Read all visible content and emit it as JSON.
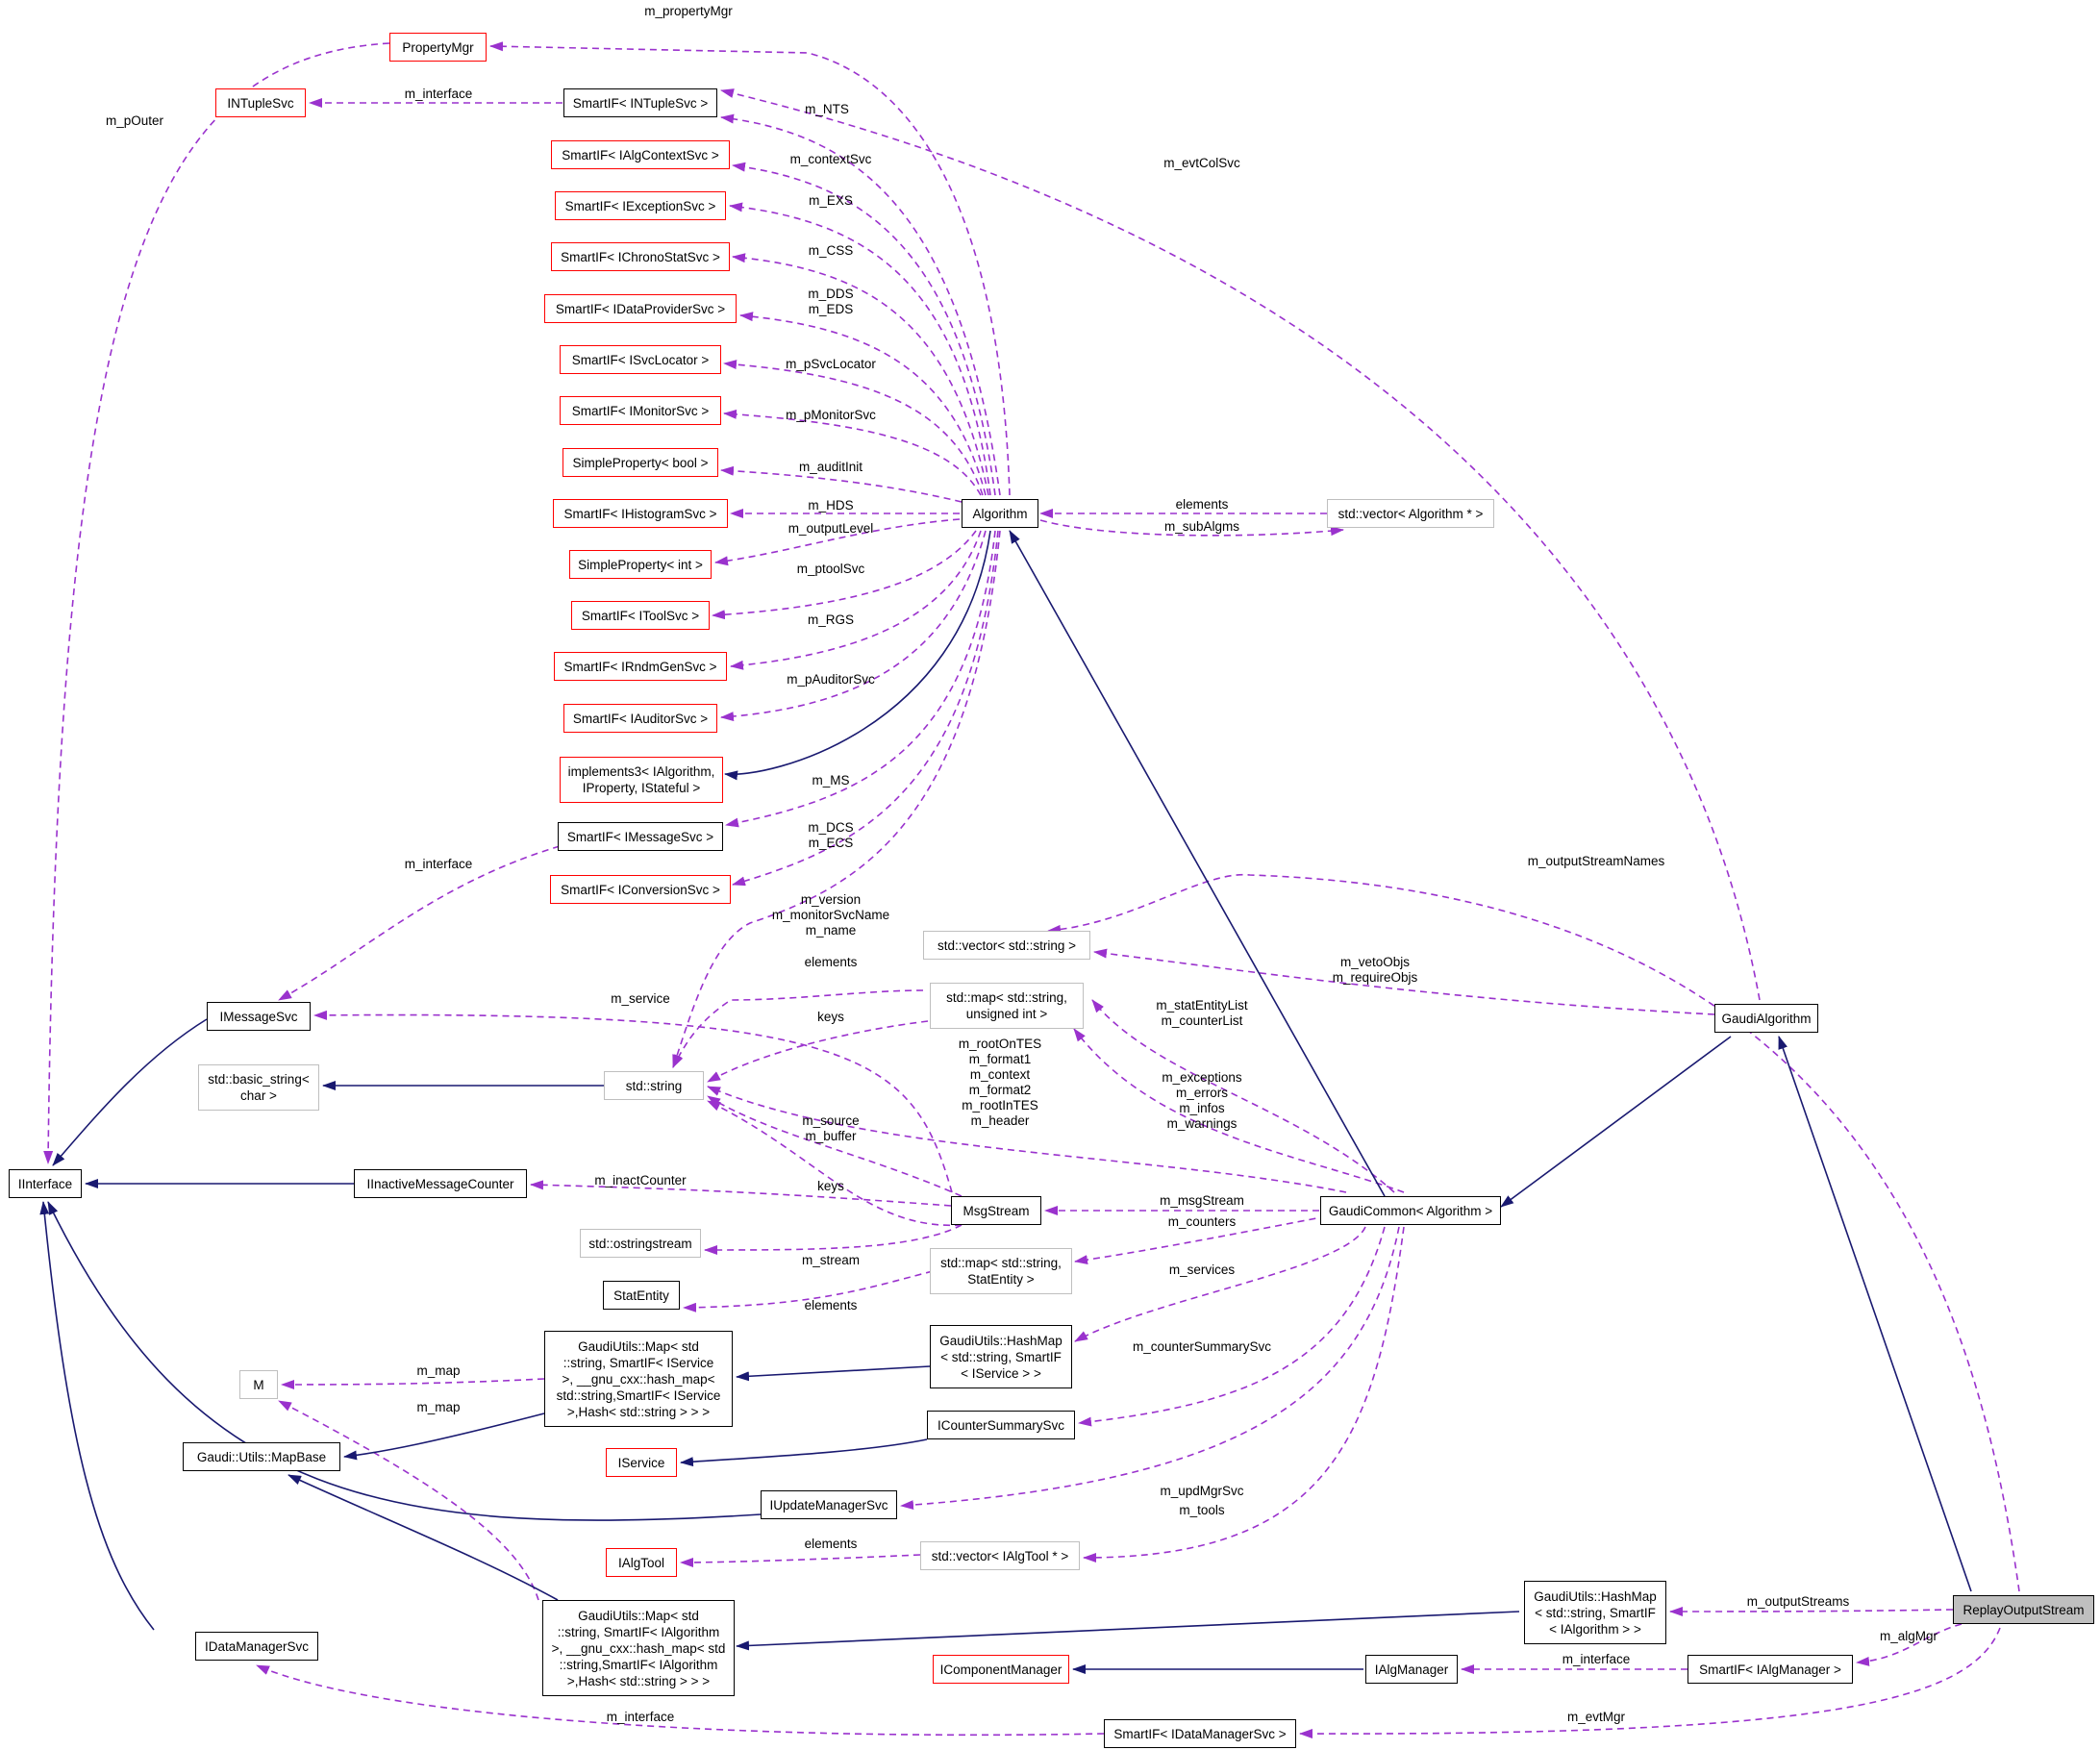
{
  "colors": {
    "inheritance_edge": "#191970",
    "member_edge": "#9a32cd",
    "node_border_documented": "#000000",
    "node_border_undocumented": "#ff0000",
    "node_border_external": "#bfbfbf",
    "focus_node_fill": "#bfbfbf"
  },
  "nodes": [
    {
      "id": "PropertyMgr",
      "label": "PropertyMgr",
      "kind": "red"
    },
    {
      "id": "INTupleSvc",
      "label": "INTupleSvc",
      "kind": "red"
    },
    {
      "id": "SI_NTuple",
      "label": "SmartIF< INTupleSvc >",
      "kind": "black"
    },
    {
      "id": "SI_AlgCtx",
      "label": "SmartIF< IAlgContextSvc >",
      "kind": "red"
    },
    {
      "id": "SI_Exc",
      "label": "SmartIF< IExceptionSvc >",
      "kind": "red"
    },
    {
      "id": "SI_Chrono",
      "label": "SmartIF< IChronoStatSvc >",
      "kind": "red"
    },
    {
      "id": "SI_DataProv",
      "label": "SmartIF< IDataProviderSvc >",
      "kind": "red"
    },
    {
      "id": "SI_SvcLoc",
      "label": "SmartIF< ISvcLocator >",
      "kind": "red"
    },
    {
      "id": "SI_Mon",
      "label": "SmartIF< IMonitorSvc >",
      "kind": "red"
    },
    {
      "id": "SP_bool",
      "label": "SimpleProperty< bool >",
      "kind": "red"
    },
    {
      "id": "SI_Hist",
      "label": "SmartIF< IHistogramSvc >",
      "kind": "red"
    },
    {
      "id": "SP_int",
      "label": "SimpleProperty< int >",
      "kind": "red"
    },
    {
      "id": "SI_Tool",
      "label": "SmartIF< IToolSvc >",
      "kind": "red"
    },
    {
      "id": "SI_Rndm",
      "label": "SmartIF< IRndmGenSvc >",
      "kind": "red"
    },
    {
      "id": "SI_Aud",
      "label": "SmartIF< IAuditorSvc >",
      "kind": "red"
    },
    {
      "id": "impl3",
      "label": "implements3< IAlgorithm,\nIProperty, IStateful >",
      "kind": "red"
    },
    {
      "id": "SI_Msg",
      "label": "SmartIF< IMessageSvc >",
      "kind": "black"
    },
    {
      "id": "SI_Conv",
      "label": "SmartIF< IConversionSvc >",
      "kind": "red"
    },
    {
      "id": "Algorithm",
      "label": "Algorithm",
      "kind": "black"
    },
    {
      "id": "vecAlg",
      "label": "std::vector< Algorithm * >",
      "kind": "gray"
    },
    {
      "id": "vecStr",
      "label": "std::vector< std::string >",
      "kind": "gray"
    },
    {
      "id": "mapStrUint",
      "label": "std::map< std::string,\nunsigned int >",
      "kind": "gray"
    },
    {
      "id": "IMessageSvc",
      "label": "IMessageSvc",
      "kind": "black"
    },
    {
      "id": "basicStr",
      "label": "std::basic_string<\nchar >",
      "kind": "gray"
    },
    {
      "id": "stdString",
      "label": "std::string",
      "kind": "gray"
    },
    {
      "id": "IInterface",
      "label": "IInterface",
      "kind": "black"
    },
    {
      "id": "IInactive",
      "label": "IInactiveMessageCounter",
      "kind": "black"
    },
    {
      "id": "MsgStream",
      "label": "MsgStream",
      "kind": "black"
    },
    {
      "id": "GaudiCommon",
      "label": "GaudiCommon< Algorithm >",
      "kind": "black"
    },
    {
      "id": "GaudiAlgorithm",
      "label": "GaudiAlgorithm",
      "kind": "black"
    },
    {
      "id": "ostream",
      "label": "std::ostringstream",
      "kind": "gray"
    },
    {
      "id": "StatEntity",
      "label": "StatEntity",
      "kind": "black"
    },
    {
      "id": "mapStat",
      "label": "std::map< std::string,\nStatEntity >",
      "kind": "gray"
    },
    {
      "id": "GUMapSvc",
      "label": "GaudiUtils::Map< std\n::string, SmartIF< IService\n>, __gnu_cxx::hash_map<\nstd::string,SmartIF< IService\n>,Hash< std::string > > >",
      "kind": "black"
    },
    {
      "id": "GUHashSvc",
      "label": "GaudiUtils::HashMap\n< std::string, SmartIF\n< IService > >",
      "kind": "black"
    },
    {
      "id": "M",
      "label": "M",
      "kind": "gray"
    },
    {
      "id": "MapBase",
      "label": "Gaudi::Utils::MapBase",
      "kind": "black"
    },
    {
      "id": "IService",
      "label": "IService",
      "kind": "red"
    },
    {
      "id": "ICounterSum",
      "label": "ICounterSummarySvc",
      "kind": "black"
    },
    {
      "id": "IUpdMgr",
      "label": "IUpdateManagerSvc",
      "kind": "black"
    },
    {
      "id": "IAlgTool",
      "label": "IAlgTool",
      "kind": "red"
    },
    {
      "id": "vecTool",
      "label": "std::vector< IAlgTool * >",
      "kind": "gray"
    },
    {
      "id": "GUMapAlg",
      "label": "GaudiUtils::Map< std\n::string, SmartIF< IAlgorithm\n>, __gnu_cxx::hash_map< std\n::string,SmartIF< IAlgorithm\n>,Hash< std::string > > >",
      "kind": "black"
    },
    {
      "id": "GUHashAlg",
      "label": "GaudiUtils::HashMap\n< std::string, SmartIF\n< IAlgorithm > >",
      "kind": "black"
    },
    {
      "id": "Replay",
      "label": "ReplayOutputStream",
      "kind": "focus"
    },
    {
      "id": "IDataMgr",
      "label": "IDataManagerSvc",
      "kind": "black"
    },
    {
      "id": "ICompMgr",
      "label": "IComponentManager",
      "kind": "red"
    },
    {
      "id": "IAlgMgr",
      "label": "IAlgManager",
      "kind": "black"
    },
    {
      "id": "SI_AlgMgr",
      "label": "SmartIF< IAlgManager >",
      "kind": "black"
    },
    {
      "id": "SI_DataMgr",
      "label": "SmartIF< IDataManagerSvc >",
      "kind": "black"
    }
  ],
  "edge_labels": [
    "m_propertyMgr",
    "m_pOuter",
    "m_interface",
    "m_NTS",
    "m_evtColSvc",
    "m_contextSvc",
    "m_EXS",
    "m_CSS",
    "m_DDS\nm_EDS",
    "m_pSvcLocator",
    "m_pMonitorSvc",
    "m_auditInit",
    "m_HDS",
    "m_outputLevel",
    "m_ptoolSvc",
    "m_RGS",
    "m_pAuditorSvc",
    "m_MS",
    "m_DCS\nm_ECS",
    "m_interface",
    "elements",
    "m_subAlgms",
    "m_outputStreamNames",
    "m_version\nm_monitorSvcName\nm_name",
    "elements",
    "m_vetoObjs\nm_requireObjs",
    "m_service",
    "keys",
    "m_statEntityList\nm_counterList",
    "m_rootOnTES\nm_format1\nm_context\nm_format2\nm_rootInTES\nm_header",
    "m_exceptions\nm_errors\nm_infos\nm_warnings",
    "m_source\nm_buffer",
    "m_inactCounter",
    "keys",
    "m_msgStream",
    "m_counters",
    "m_stream",
    "m_services",
    "elements",
    "m_counterSummarySvc",
    "m_map",
    "m_map",
    "m_updMgrSvc",
    "m_tools",
    "elements",
    "m_outputStreams",
    "m_algMgr",
    "m_interface",
    "m_interface",
    "m_evtMgr"
  ]
}
